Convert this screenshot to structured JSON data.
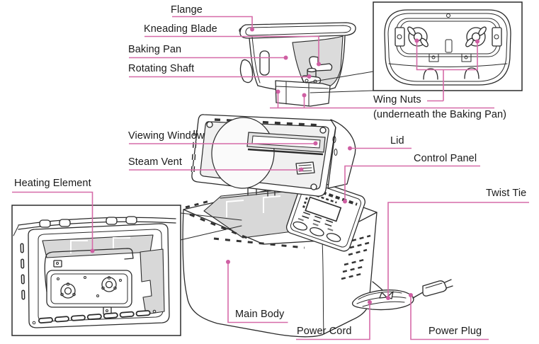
{
  "labels": {
    "flange": "Flange",
    "kneading_blade": "Kneading Blade",
    "baking_pan": "Baking Pan",
    "rotating_shaft": "Rotating Shaft",
    "viewing_window": "Viewing Window",
    "steam_vent": "Steam Vent",
    "heating_element": "Heating Element",
    "wing_nuts": "Wing Nuts",
    "wing_nuts_note": "(underneath the Baking Pan)",
    "lid": "Lid",
    "control_panel": "Control Panel",
    "twist_tie": "Twist Tie",
    "main_body": "Main Body",
    "power_cord": "Power Cord",
    "power_plug": "Power Plug"
  },
  "colors": {
    "callout_pink": "#d66ba8",
    "callout_dot": "#cf5fa3",
    "line_ink": "#2b2b2b",
    "shade_gray": "#d8d8d8",
    "background": "#ffffff"
  }
}
